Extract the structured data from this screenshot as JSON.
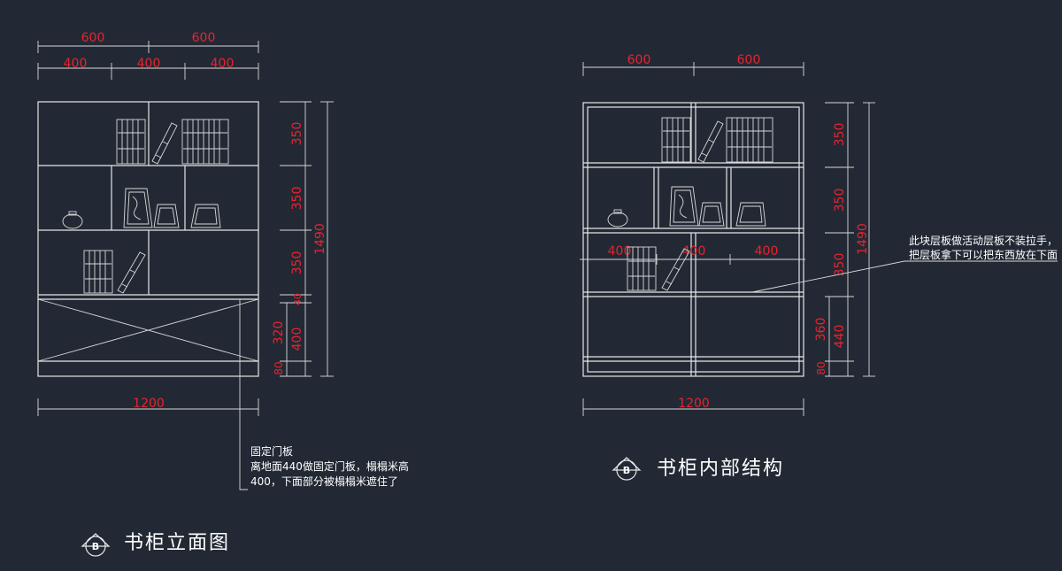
{
  "drawing_a": {
    "title": "书柜立面图",
    "badge": "B",
    "dims": {
      "top_600_left": "600",
      "top_600_right": "600",
      "top_400_a": "400",
      "top_400_b": "400",
      "top_400_c": "400",
      "bottom_1200": "1200",
      "right_350_a": "350",
      "right_350_b": "350",
      "right_350_c": "350",
      "right_40": "40",
      "right_320": "320",
      "right_80": "80",
      "right_400": "400",
      "right_1490": "1490"
    },
    "note": {
      "line1": "固定门板",
      "line2": "离地面440做固定门板，榻榻米高",
      "line3": "400，下面部分被榻榻米遮住了"
    }
  },
  "drawing_b": {
    "title": "书柜内部结构",
    "badge": "B",
    "dims": {
      "top_600_left": "600",
      "top_600_right": "600",
      "mid_400_a": "400",
      "mid_400_b": "400",
      "mid_400_c": "400",
      "bottom_1200": "1200",
      "right_350_a": "350",
      "right_350_b": "350",
      "right_350_c": "350",
      "right_360": "360",
      "right_80": "80",
      "right_440": "440",
      "right_1490": "1490"
    },
    "note": {
      "line1": "此块层板做活动层板不装拉手，",
      "line2": "把层板拿下可以把东西放在下面"
    }
  },
  "colors": {
    "background": "#222934",
    "line": "#e6e6e6",
    "dimension_text": "#e8232e",
    "note_text": "#ffffff"
  }
}
